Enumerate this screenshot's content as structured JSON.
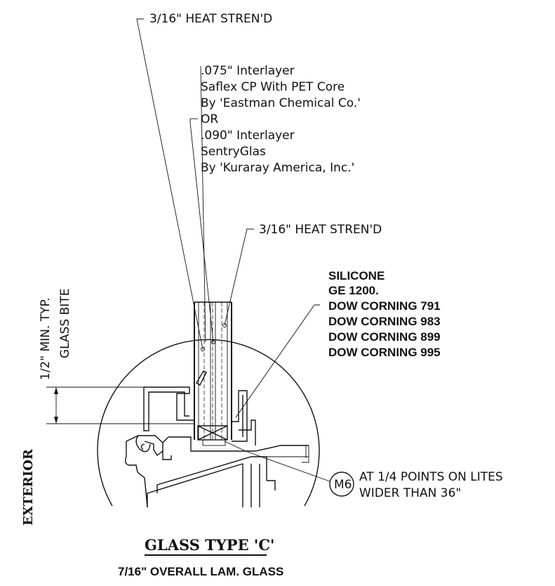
{
  "labels": {
    "outer_glass": "3/16\" HEAT STREN'D",
    "interlayer_1": ".075\" Interlayer",
    "interlayer_1_product": "Saflex CP With PET Core",
    "interlayer_1_maker": "By 'Eastman Chemical Co.'",
    "or": "OR",
    "interlayer_2": ".090\" Interlayer",
    "interlayer_2_product": "SentryGlas",
    "interlayer_2_maker": "By 'Kuraray America, Inc.'",
    "inner_glass": "3/16\" HEAT STREN'D",
    "min_bite": "1/2\" MIN. TYP.",
    "glass_bite": "GLASS BITE",
    "exterior": "EXTERIOR"
  },
  "silicone": {
    "title": "SILICONE",
    "items": [
      "GE 1200.",
      "DOW CORNING 791",
      "DOW CORNING 983",
      "DOW CORNING 899",
      "DOW CORNING 995"
    ]
  },
  "setting_block": {
    "tag": "M6",
    "note_line1": "AT 1/4 POINTS ON LITES",
    "note_line2": "WIDER THAN 36\""
  },
  "title": {
    "main": "GLASS TYPE 'C'",
    "sub": "7/16\" OVERALL LAM. GLASS"
  }
}
